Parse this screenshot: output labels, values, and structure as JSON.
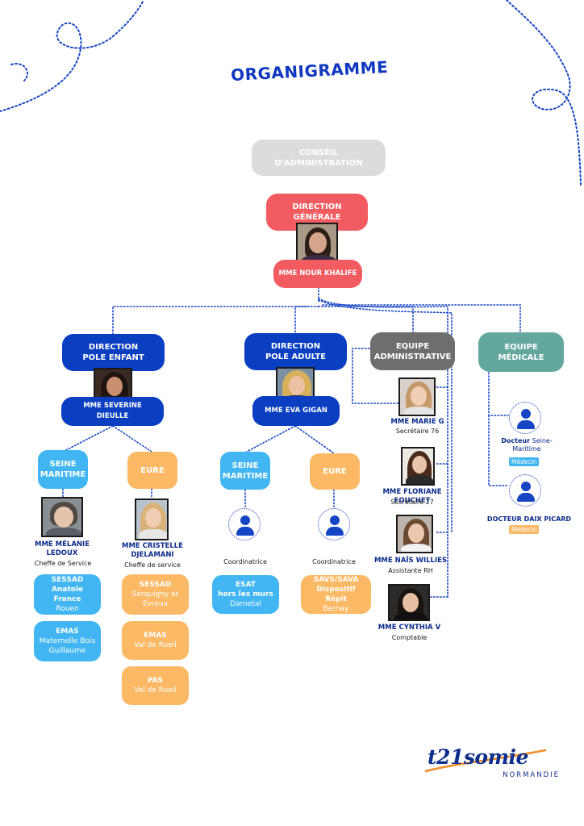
{
  "title": "ORGANIGRAMME",
  "logo": {
    "text": "t21somie",
    "subtitle": "NORMANDIE"
  },
  "conseil": "CONSEIL D'ADMINISTRATION",
  "direction_generale": {
    "title": "DIRECTION GÉNÉRALE",
    "name": "MME NOUR KHALIFE"
  },
  "pole_enfant": {
    "title_1": "DIRECTION",
    "title_2": "POLE ENFANT",
    "name": "MME SEVERINE DIEULLE"
  },
  "pole_adulte": {
    "title_1": "DIRECTION",
    "title_2": "POLE ADULTE",
    "name": "MME EVA GIGAN"
  },
  "equipe_admin": {
    "title_1": "EQUIPE",
    "title_2": "ADMINISTRATIVE",
    "members": [
      {
        "name": "MME MARIE G",
        "role": "Secrétaire 76"
      },
      {
        "name": "MME FLORIANE FOUCHET",
        "role": "Secrétaire 27"
      },
      {
        "name": "MME NAÏS WILLIES",
        "role": "Assistante RH"
      },
      {
        "name": "MME CYNTHIA V",
        "role": "Comptable"
      }
    ]
  },
  "equipe_medicale": {
    "title": "EQUIPE MÉDICALE",
    "doc1": {
      "name_bold": "Docteur",
      "name_rest": "Seine-",
      "name_line2": "Maritime",
      "badge": "Médecin"
    },
    "doc2": {
      "name": "DOCTEUR DAIX PICARD",
      "badge": "Médecin"
    }
  },
  "enfant_seine": {
    "label_1": "SEINE",
    "label_2": "MARITIME",
    "name_1": "MME MÉLANIE",
    "name_2": "LEDOUX",
    "role": "Cheffe de Service",
    "services": [
      {
        "l1": "SESSAD",
        "l2": "Anatole France",
        "l3": "Rouen"
      },
      {
        "l1": "EMAS",
        "l2": "Maternelle Bois",
        "l3": "Guillaume"
      }
    ]
  },
  "enfant_eure": {
    "label": "EURE",
    "name_1": "MME CRISTELLE",
    "name_2": "DJELAMANI",
    "role": "Cheffe de service",
    "services": [
      {
        "l1": "SESSAD",
        "l2": "Serquigny et",
        "l3": "Evreux"
      },
      {
        "l1": "EMAS",
        "l2": "Val de Rueil"
      },
      {
        "l1": "PAS",
        "l2": "Val de Rueil"
      }
    ]
  },
  "adulte_seine": {
    "label_1": "SEINE",
    "label_2": "MARITIME",
    "role": "Coordinatrice",
    "service": {
      "l1": "ESAT",
      "l2": "hors les murs",
      "l3": "Darnetal"
    }
  },
  "adulte_eure": {
    "label": "EURE",
    "role": "Coordinatrice",
    "service": {
      "l1": "SAVS/SAVA",
      "l2": "Dispositif Répit",
      "l3": "Bernay"
    }
  },
  "colors": {
    "navy": "#0a3fc2",
    "red": "#f25c61",
    "sky": "#41b6f2",
    "orange": "#fbb966",
    "teal": "#64a89d",
    "grey": "#dcdcdc",
    "dark_grey": "#6e6e6e",
    "title_blue": "#1038c0"
  }
}
